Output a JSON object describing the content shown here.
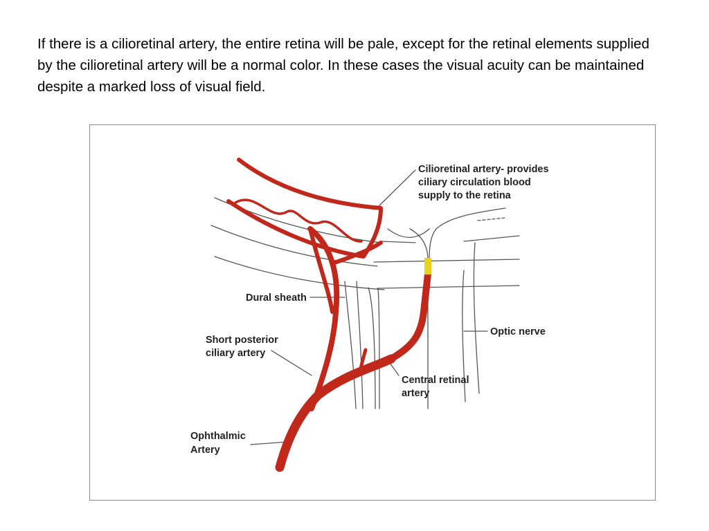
{
  "slide": {
    "text": "If there is a cilioretinal artery, the entire retina will be pale, except for the retinal elements supplied by the cilioretinal artery will be a normal color. In these cases the visual acuity can be maintained despite a marked loss of visual field."
  },
  "diagram": {
    "labels": {
      "cilioretinal_1": "Cilioretinal artery- provides",
      "cilioretinal_2": "ciliary circulation blood",
      "cilioretinal_3": "supply to the retina",
      "dural_sheath": "Dural sheath",
      "short_posterior_1": "Short posterior",
      "short_posterior_2": "ciliary artery",
      "optic_nerve": "Optic nerve",
      "central_retinal_1": "Central retinal",
      "central_retinal_2": "artery",
      "ophthalmic_1": "Ophthalmic",
      "ophthalmic_2": "Artery"
    },
    "colors": {
      "artery": "#c0281c",
      "occlusion": "#e8d21a",
      "outline": "#555555"
    }
  }
}
